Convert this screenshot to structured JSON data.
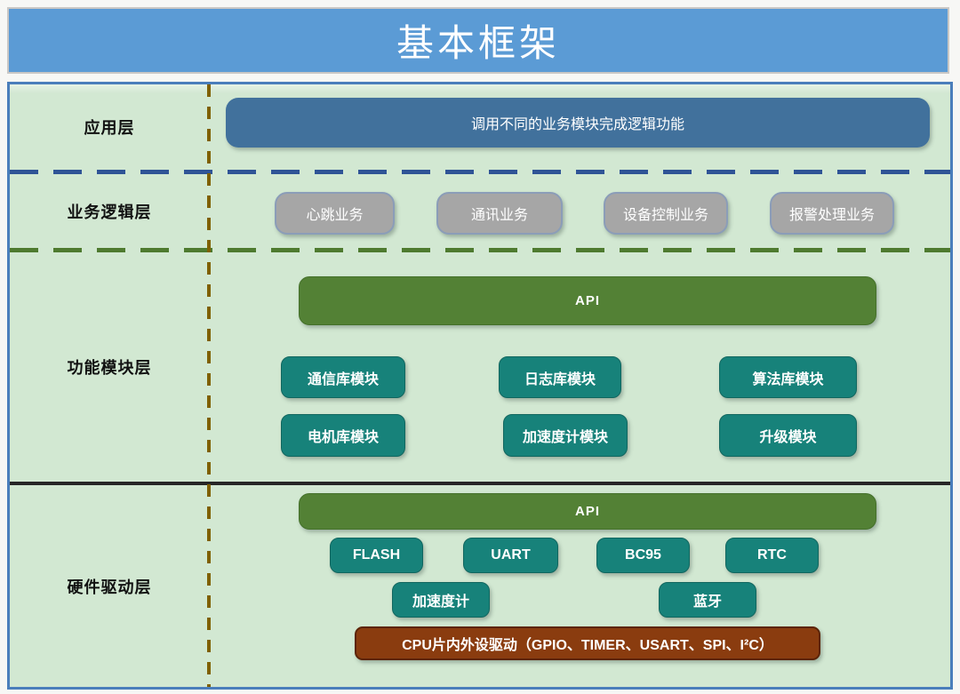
{
  "title": "基本框架",
  "colors": {
    "title_bar": "#5b9bd5",
    "board_background": "#d2e8d2",
    "board_border": "#4a7ebb",
    "application_box": "#41719c",
    "business_box": "#a6a6a6",
    "api_bar": "#538135",
    "module_box": "#17827a",
    "cpu_box": "#8a3c0f",
    "vertical_divider": "#7f6000",
    "separator_blue": "#2f5496",
    "separator_green": "#4e7a2f",
    "separator_black": "#262626"
  },
  "layers": {
    "application": {
      "label": "应用层",
      "box": "调用不同的业务模块完成逻辑功能"
    },
    "business": {
      "label": "业务逻辑层",
      "boxes": [
        "心跳业务",
        "通讯业务",
        "设备控制业务",
        "报警处理业务"
      ]
    },
    "function_module": {
      "label": "功能模块层",
      "api_label": "API",
      "modules_row1": [
        "通信库模块",
        "日志库模块",
        "算法库模块"
      ],
      "modules_row2": [
        "电机库模块",
        "加速度计模块",
        "升级模块"
      ]
    },
    "hardware_driver": {
      "label": "硬件驱动层",
      "api_label": "API",
      "drivers_row1": [
        "FLASH",
        "UART",
        "BC95",
        "RTC"
      ],
      "drivers_row2": [
        "加速度计",
        "蓝牙"
      ],
      "cpu_box": "CPU片内外设驱动（GPIO、TIMER、USART、SPI、I²C）"
    }
  }
}
